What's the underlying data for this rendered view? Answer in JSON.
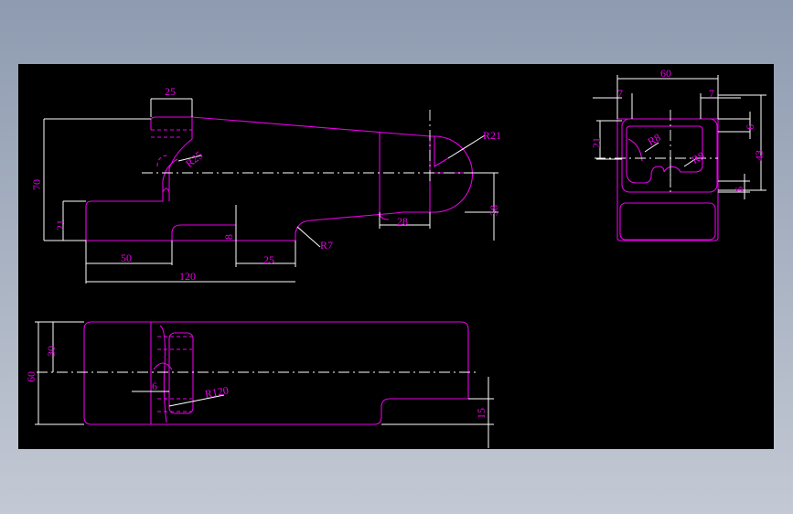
{
  "drawing": {
    "front_view": {
      "dims": {
        "d25_top": "25",
        "d70": "70",
        "r25": "R25",
        "r21": "R21",
        "d38": "38",
        "d28": "28",
        "d21": "21",
        "d8": "8",
        "r7": "R7",
        "d50": "50",
        "d25_bottom": "25",
        "d120": "120"
      }
    },
    "side_view": {
      "dims": {
        "d60": "60",
        "d7_left": "7",
        "d7_right": "7",
        "d6_top": "6",
        "d21": "21",
        "r8_left": "R8",
        "r8_right": "R8",
        "d43": "43",
        "d6_bottom": "6"
      }
    },
    "top_view": {
      "dims": {
        "d30": "30",
        "d60": "60",
        "d6": "6",
        "r120": "R120",
        "d15": "15"
      }
    },
    "colors": {
      "background": "#000000",
      "geometry": "#e800e8",
      "centerline": "#ffffff"
    }
  }
}
